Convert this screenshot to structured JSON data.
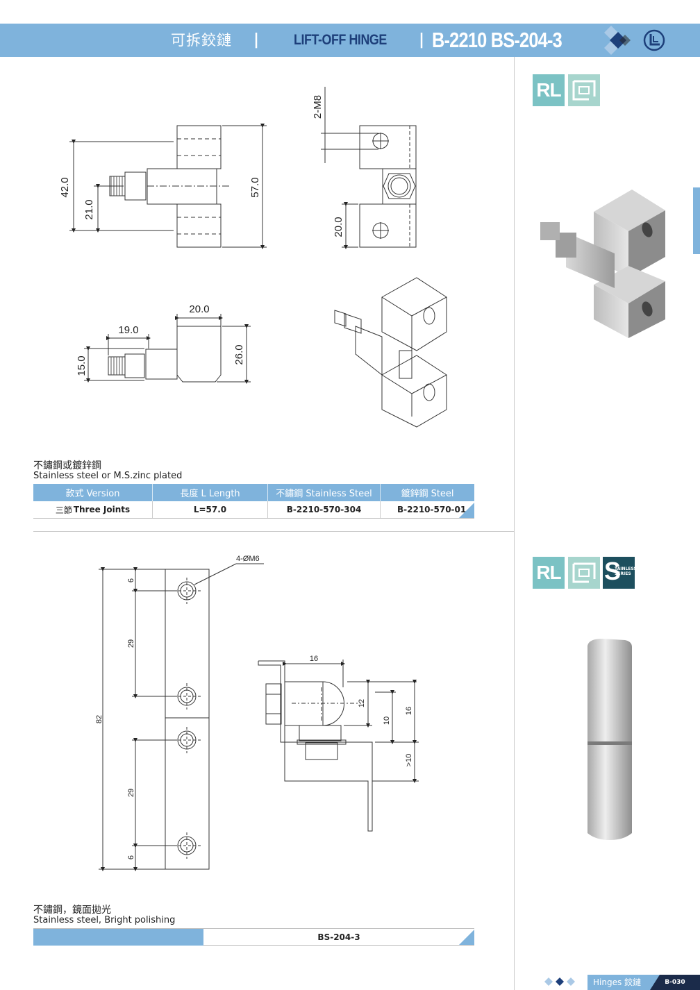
{
  "header": {
    "title_cn": "可拆鉸鏈",
    "separator": "|",
    "title_en": "LIFT-OFF HINGE",
    "model_numbers": "B-2210  BS-204-3",
    "bar_color": "#7fb3dc"
  },
  "section1": {
    "badges": [
      "RL",
      "lift-off-type-icon"
    ],
    "drawing_dims": {
      "front_height_total": "42.0",
      "front_height_half": "21.0",
      "front_length": "57.0",
      "thread": "2-M8",
      "hole_pitch": "20.0",
      "side_width": "20.0",
      "side_depth": "19.0",
      "side_thread": "15.0",
      "side_height": "26.0"
    },
    "material_cn": "不鏽鋼或鍍鋅鋼",
    "material_en": "Stainless steel or M.S.zinc plated",
    "table": {
      "headers": [
        "款式 Version",
        "長度 L Length",
        "不鏽鋼 Stainless Steel",
        "鍍鋅鋼 Steel"
      ],
      "row": {
        "version_cn": "三節",
        "version_en": "Three Joints",
        "length": "L=57.0",
        "stainless": "B-2210-570-304",
        "steel": "B-2210-570-01"
      }
    }
  },
  "section2": {
    "badges": [
      "RL",
      "lift-off-type-icon",
      "S"
    ],
    "badge_s_text": "TAINLESS SERIES",
    "drawing_dims": {
      "holes": "4-ØM6",
      "total_length": "82",
      "edge_top": "6",
      "pitch_top": "29",
      "pitch_bottom": "29",
      "edge_bottom": "6",
      "width": "16",
      "d12": "12",
      "d10": "10",
      "d16": "16",
      "gt10": ">10"
    },
    "material_cn": "不鏽鋼，鏡面拋光",
    "material_en": "Stainless steel, Bright polishing",
    "model": "BS-204-3"
  },
  "footer": {
    "category": "Hinges 鉸鏈",
    "page": "B-030"
  }
}
